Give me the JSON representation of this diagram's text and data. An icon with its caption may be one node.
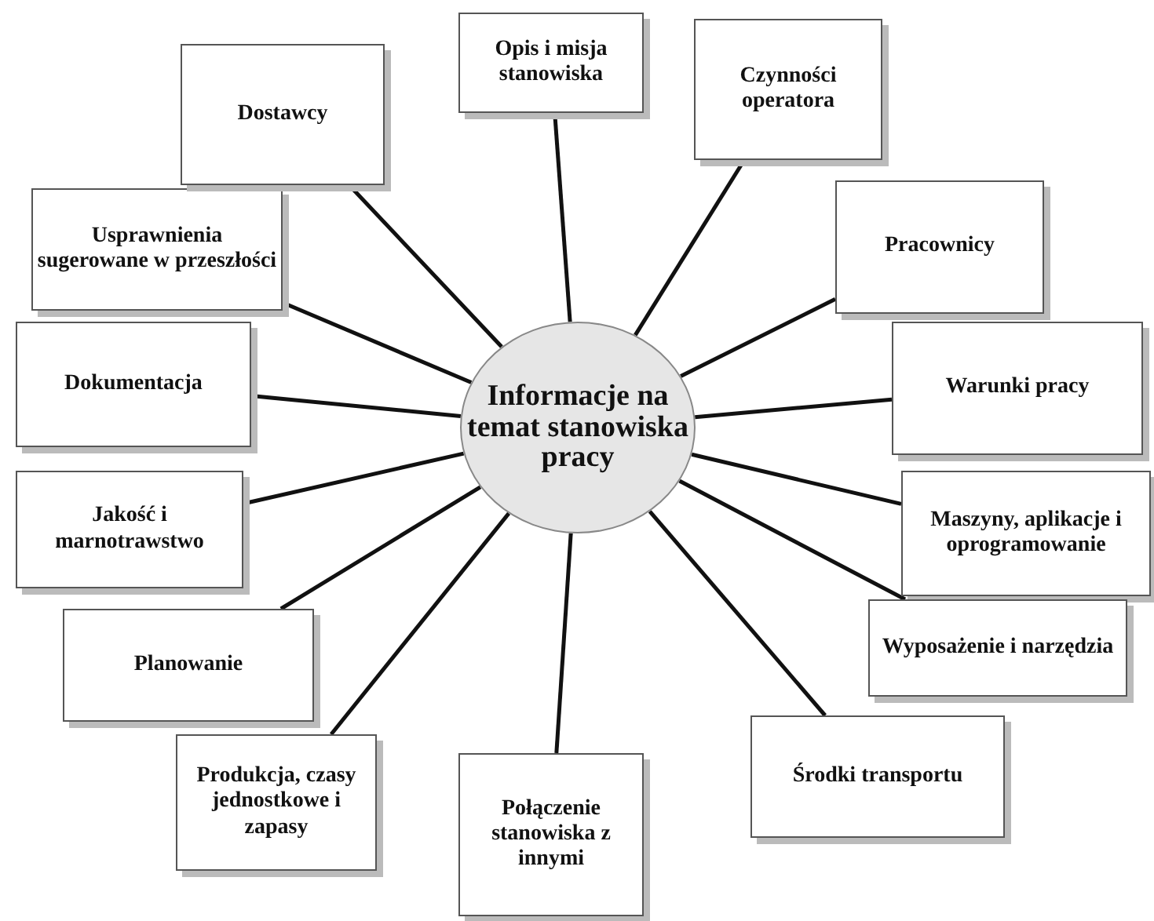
{
  "diagram": {
    "nodes": [
      {
        "text": [
          "Informacje na temat stanowiska pracy"
        ]
      },
      {
        "text": [
          "Opis i misja stanowiska"
        ]
      },
      {
        "text": [
          "Czynności operatora"
        ]
      },
      {
        "text": [
          "Pracownicy"
        ]
      },
      {
        "text": [
          "Warunki pracy"
        ]
      },
      {
        "text": [
          "Maszyny, aplikacje i oprogramowanie"
        ]
      },
      {
        "text": [
          "Wyposażenie i narzędzia"
        ]
      },
      {
        "text": [
          "Środki transportu"
        ]
      },
      {
        "text": [
          "Połączenie stanowiska z innymi"
        ]
      },
      {
        "text": [
          "Produkcja, czasy jednostkowe i zapasy"
        ]
      },
      {
        "text": [
          "Planowanie"
        ]
      },
      {
        "text": [
          "Jakość i marnotrawstwo"
        ]
      },
      {
        "text": [
          "Dokumentacja"
        ]
      },
      {
        "text": [
          "Usprawnienia sugerowane w przeszłości"
        ]
      },
      {
        "text": [
          "Dostawcy"
        ]
      }
    ],
    "edges": [
      {
        "from": 0,
        "to": 1,
        "arrow": "none"
      },
      {
        "from": 0,
        "to": 2,
        "arrow": "none"
      },
      {
        "from": 0,
        "to": 3,
        "arrow": "none"
      },
      {
        "from": 0,
        "to": 4,
        "arrow": "none"
      },
      {
        "from": 0,
        "to": 5,
        "arrow": "none"
      },
      {
        "from": 0,
        "to": 6,
        "arrow": "none"
      },
      {
        "from": 0,
        "to": 7,
        "arrow": "none"
      },
      {
        "from": 0,
        "to": 8,
        "arrow": "none"
      },
      {
        "from": 0,
        "to": 9,
        "arrow": "none"
      },
      {
        "from": 0,
        "to": 10,
        "arrow": "none"
      },
      {
        "from": 0,
        "to": 11,
        "arrow": "none"
      },
      {
        "from": 0,
        "to": 12,
        "arrow": "none"
      },
      {
        "from": 0,
        "to": 13,
        "arrow": "none"
      },
      {
        "from": 0,
        "to": 14,
        "arrow": "none"
      }
    ]
  }
}
